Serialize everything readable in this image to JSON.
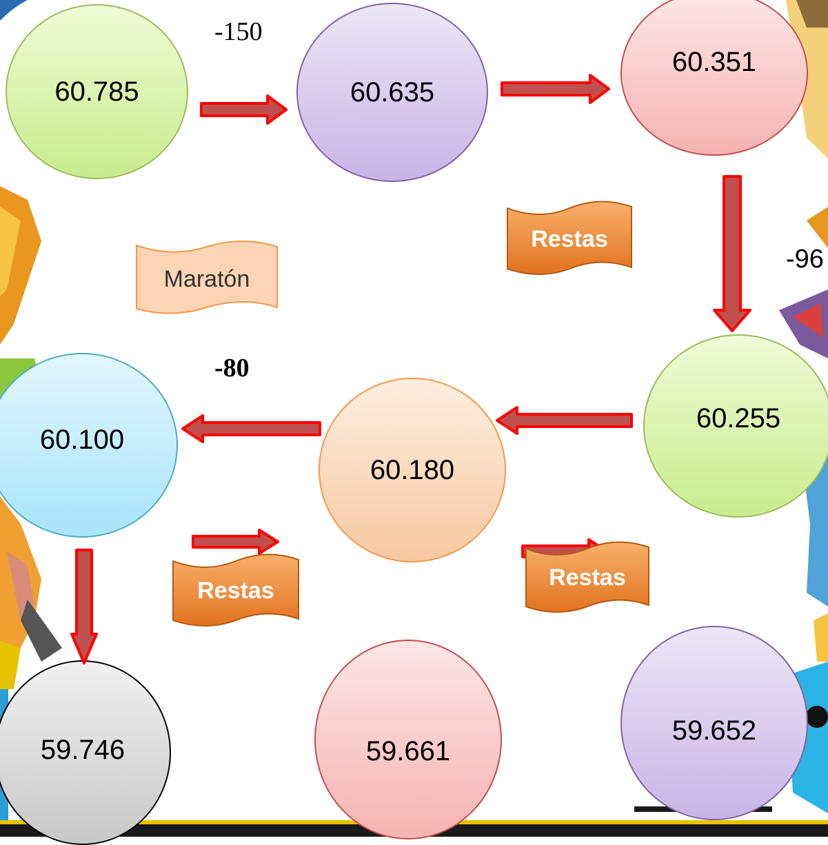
{
  "nodes": [
    {
      "id": "n1",
      "value": "60.785"
    },
    {
      "id": "n2",
      "value": "60.635"
    },
    {
      "id": "n3",
      "value": "60.351"
    },
    {
      "id": "n4",
      "value": "60.255"
    },
    {
      "id": "n5",
      "value": "60.180"
    },
    {
      "id": "n6",
      "value": "60.100"
    },
    {
      "id": "n7",
      "value": "59.746"
    },
    {
      "id": "n8",
      "value": "59.661"
    },
    {
      "id": "n9",
      "value": "59.652"
    }
  ],
  "step_labels": {
    "minus_150": "-150",
    "minus_96": "-96",
    "minus_80": "-80"
  },
  "banners": {
    "maraton": "Maratón",
    "restas": "Restas"
  },
  "colors": {
    "arrow_fill": "#c0504d",
    "arrow_outline": "#ff0000",
    "banner_orange": "#f79646",
    "banner_peach": "#fcd5b4"
  }
}
